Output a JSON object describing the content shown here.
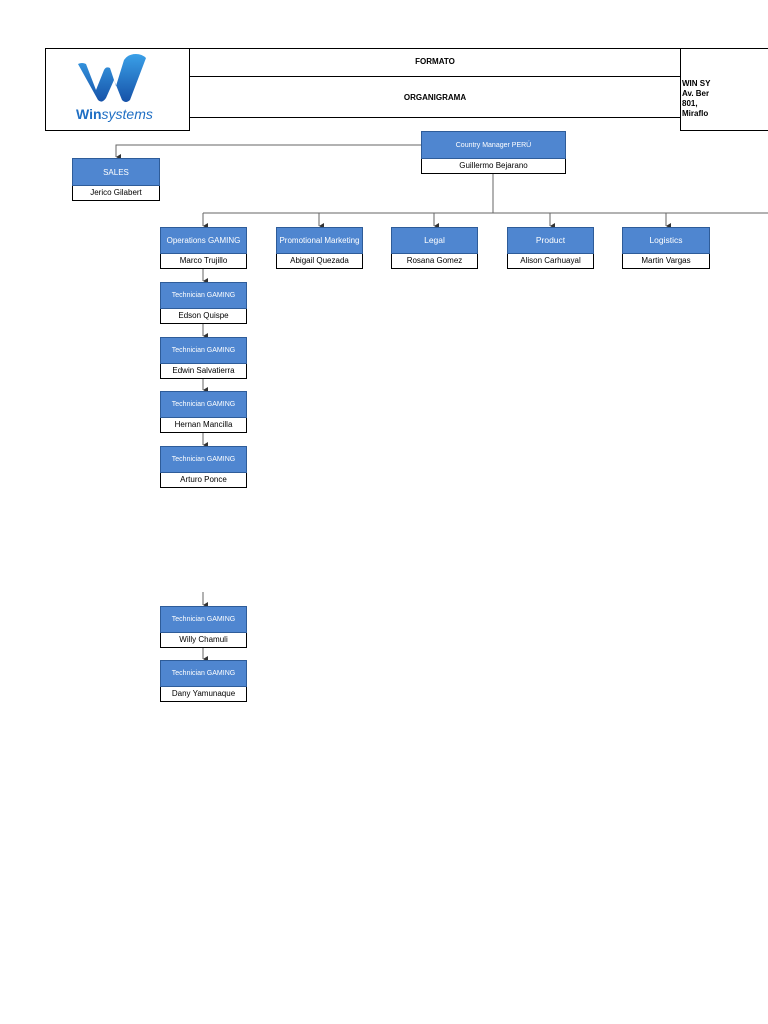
{
  "header": {
    "formato": "FORMATO",
    "organigrama": "ORGANIGRAMA",
    "company_lines": [
      "WIN SY",
      "Av. Ber",
      "801,",
      "Miraflo"
    ]
  },
  "logo": {
    "text_bold": "Win",
    "text_light": "systems",
    "color": "#1f6fc4"
  },
  "colors": {
    "node_fill": "#4f86d0",
    "node_border": "#2e5c99"
  },
  "nodes": {
    "country_manager": {
      "title": "Country Manager PERÚ",
      "name": "Guillermo Bejarano"
    },
    "sales": {
      "title": "SALES",
      "name": "Jerico Gilabert"
    },
    "operations": {
      "title": "Operations GAMING",
      "name": "Marco Trujillo"
    },
    "promotional": {
      "title": "Promotional Marketing",
      "name": "Abigail Quezada"
    },
    "legal": {
      "title": "Legal",
      "name": "Rosana Gomez"
    },
    "product": {
      "title": "Product",
      "name": "Alison Carhuayal"
    },
    "logistics": {
      "title": "Logistics",
      "name": "Martin Vargas"
    },
    "tech1": {
      "title": "Technician GAMING",
      "name": "Edson Quispe"
    },
    "tech2": {
      "title": "Technician GAMING",
      "name": "Edwin Salvatierra"
    },
    "tech3": {
      "title": "Technician GAMING",
      "name": "Hernan Mancilla"
    },
    "tech4": {
      "title": "Technician GAMING",
      "name": "Arturo Ponce"
    },
    "tech5": {
      "title": "Technician GAMING",
      "name": "Willy Chamuli"
    },
    "tech6": {
      "title": "Technician GAMING",
      "name": "Dany Yamunaque"
    }
  }
}
